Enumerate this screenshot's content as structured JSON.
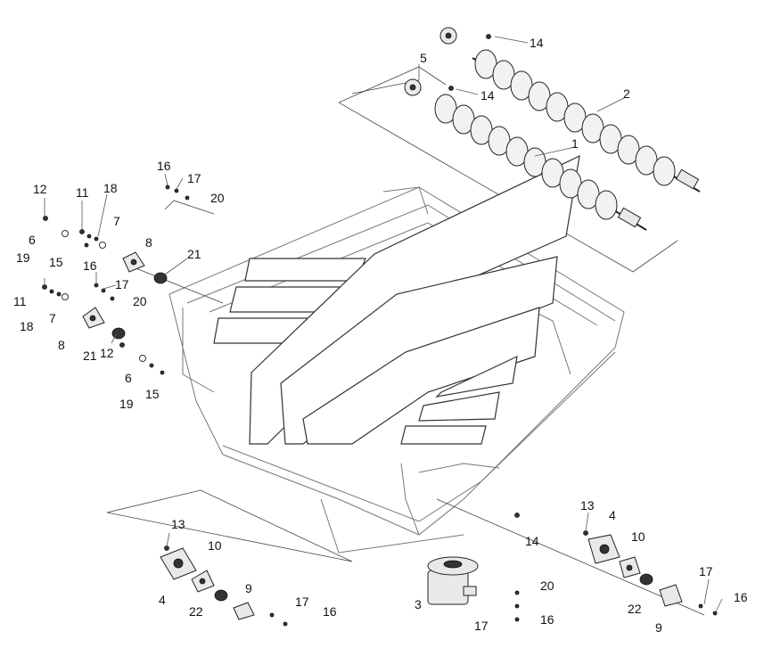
{
  "callouts": {
    "c1": "1",
    "c2": "2",
    "c3": "3",
    "c4a": "4",
    "c4b": "4",
    "c5": "5",
    "c6a": "6",
    "c6b": "6",
    "c7a": "7",
    "c7b": "7",
    "c8a": "8",
    "c8b": "8",
    "c9a": "9",
    "c9b": "9",
    "c10a": "10",
    "c10b": "10",
    "c11a": "11",
    "c11b": "11",
    "c12a": "12",
    "c12b": "12",
    "c13a": "13",
    "c13b": "13",
    "c14a": "14",
    "c14b": "14",
    "c14c": "14",
    "c15a": "15",
    "c15b": "15",
    "c16a": "16",
    "c16b": "16",
    "c16c": "16",
    "c16d": "16",
    "c16e": "16",
    "c17a": "17",
    "c17b": "17",
    "c17c": "17",
    "c17d": "17",
    "c17e": "17",
    "c18a": "18",
    "c18b": "18",
    "c19a": "19",
    "c19b": "19",
    "c20a": "20",
    "c20b": "20",
    "c20c": "20",
    "c21a": "21",
    "c21b": "21",
    "c22a": "22",
    "c22b": "22"
  }
}
